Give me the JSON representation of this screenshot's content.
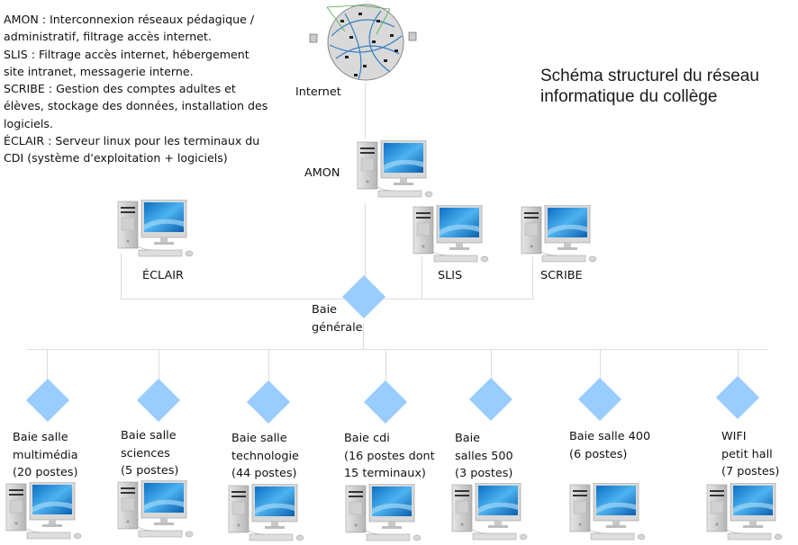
{
  "title": [
    "Schéma structurel du réseau",
    "informatique du collège"
  ],
  "legend": [
    "AMON : Interconnexion réseaux pédagique /",
    "administratif, filtrage accès internet.",
    "SLIS : Filtrage accès internet, hébergement",
    "site intranet, messagerie interne.",
    "SCRIBE : Gestion des comptes adultes et",
    "élèves, stockage des données, installation des",
    "logiciels.",
    "ÉCLAIR : Serveur linux pour les terminaux du",
    "CDI (système d'exploitation + logiciels)"
  ],
  "nodes": {
    "internet": {
      "label": "Internet",
      "icon": "globe-network-icon"
    },
    "amon": {
      "label": "AMON",
      "icon": "computer-icon"
    },
    "eclair": {
      "label": "ÉCLAIR",
      "icon": "computer-icon"
    },
    "slis": {
      "label": "SLIS",
      "icon": "computer-icon"
    },
    "scribe": {
      "label": "SCRIBE",
      "icon": "computer-icon"
    },
    "baie_generale": {
      "label": [
        "Baie",
        "générale"
      ],
      "icon": "switch-diamond-icon"
    }
  },
  "bays": [
    {
      "lines": [
        "Baie salle",
        "multimédia",
        "(20 postes)"
      ]
    },
    {
      "lines": [
        "Baie salle",
        "sciences",
        "(5 postes)"
      ]
    },
    {
      "lines": [
        "Baie salle",
        "technologie",
        "(44 postes)"
      ]
    },
    {
      "lines": [
        "Baie cdi",
        "(16 postes dont",
        "15 terminaux)"
      ]
    },
    {
      "lines": [
        "Baie",
        "salles 500",
        "(3 postes)"
      ]
    },
    {
      "lines": [
        "Baie salle 400",
        "(6 postes)"
      ]
    },
    {
      "lines": [
        "WIFI",
        "petit hall",
        "(7 postes)"
      ]
    }
  ],
  "colors": {
    "diamond": "#99ccff",
    "line": "#dcdcdc",
    "screen": "#2a8fd6"
  }
}
